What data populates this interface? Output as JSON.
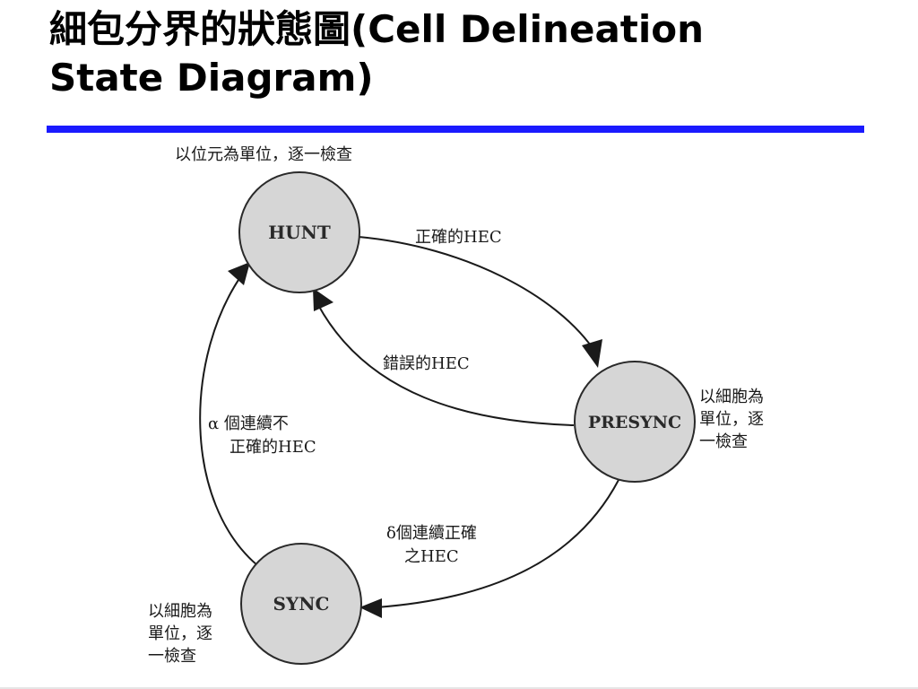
{
  "slide": {
    "title_line1": "細包分界的狀態圖(Cell Delineation",
    "title_line2": "State Diagram)"
  },
  "accent_color": "#1a1aff",
  "states": {
    "hunt": {
      "label": "HUNT",
      "note": "以位元為單位，逐一檢查"
    },
    "presync": {
      "label": "PRESYNC",
      "note_lines": [
        "以細胞為",
        "單位，逐",
        "一檢查"
      ]
    },
    "sync": {
      "label": "SYNC",
      "note_lines": [
        "以細胞為",
        "單位，逐",
        "一檢查"
      ]
    }
  },
  "transitions": {
    "hunt_to_presync": "正確的HEC",
    "presync_to_hunt": "錯誤的HEC",
    "sync_to_hunt": {
      "lines": [
        "α 個連續不",
        "正確的HEC"
      ]
    },
    "presync_to_sync": {
      "lines": [
        "δ個連續正確",
        "之HEC"
      ]
    }
  }
}
